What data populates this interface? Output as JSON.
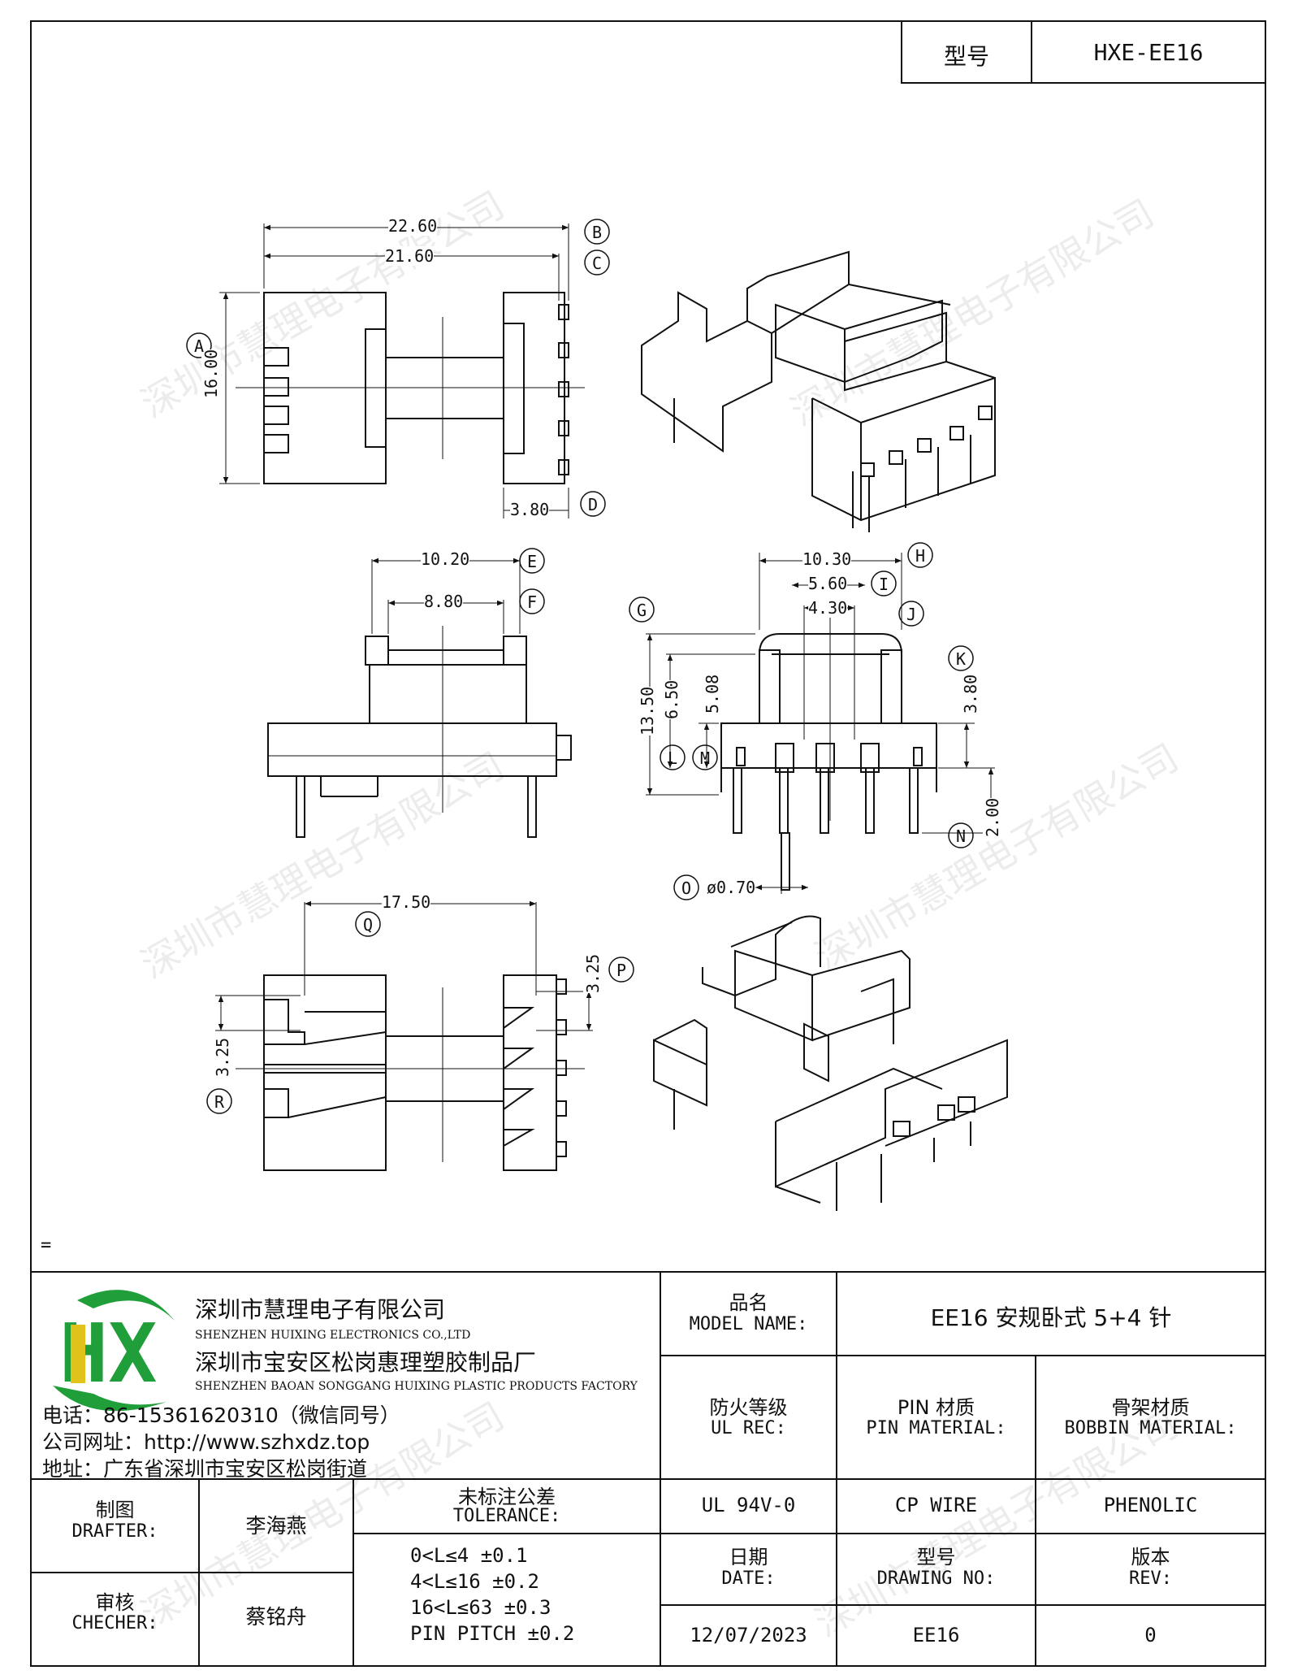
{
  "header": {
    "model_label": "型号",
    "model_value": "HXE-EE16"
  },
  "watermark": "深圳市慧理电子有限公司",
  "dimensions": {
    "d_22_60": "22.60",
    "d_21_60": "21.60",
    "d_16_00": "16.00",
    "d_3_80a": "3.80",
    "d_10_20": "10.20",
    "d_8_80": "8.80",
    "d_10_30": "10.30",
    "d_5_60": "5.60",
    "d_4_30": "4.30",
    "d_13_50": "13.50",
    "d_6_50": "6.50",
    "d_5_08": "5.08",
    "d_3_80b": "3.80",
    "d_2_00": "2.00",
    "d_pin": "ø0.70",
    "d_17_50": "17.50",
    "d_3_25a": "3.25",
    "d_3_25b": "3.25"
  },
  "callouts": [
    "A",
    "B",
    "C",
    "D",
    "E",
    "F",
    "G",
    "H",
    "I",
    "J",
    "K",
    "L",
    "M",
    "N",
    "O",
    "P",
    "Q",
    "R"
  ],
  "note_mark": "=",
  "company": {
    "name_cn": "深圳市慧理电子有限公司",
    "name_en": "SHENZHEN HUIXING ELECTRONICS CO.,LTD",
    "factory_cn": "深圳市宝安区松岗惠理塑胶制品厂",
    "factory_en": "SHENZHEN BAOAN SONGGANG HUIXING PLASTIC PRODUCTS FACTORY",
    "phone": "电话：86-15361620310（微信同号）",
    "website": "公司网址：http://www.szhxdz.top",
    "address": "地址：广东省深圳市宝安区松岗街道",
    "logo_text": "HX",
    "logo_colors": {
      "green": "#1f9e3a",
      "yellow": "#e0c21a"
    }
  },
  "title_block": {
    "model_name_cn": "品名",
    "model_name_en": "MODEL NAME:",
    "model_name_value": "EE16 安规卧式 5+4 针",
    "ul_rec_cn": "防火等级",
    "ul_rec_en": "UL REC:",
    "pin_mat_cn": "PIN 材质",
    "pin_mat_en": "PIN MATERIAL:",
    "bobbin_mat_cn": "骨架材质",
    "bobbin_mat_en": "BOBBIN MATERIAL:",
    "ul_value": "UL 94V-0",
    "pin_value": "CP WIRE",
    "bobbin_value": "PHENOLIC",
    "drafter_cn": "制图",
    "drafter_en": "DRAFTER:",
    "drafter_name": "李海燕",
    "checker_cn": "审核",
    "checker_en": "CHECHER:",
    "checker_name": "蔡铭舟",
    "tolerance_cn": "未标注公差",
    "tolerance_en": "TOLERANCE:",
    "tolerances": [
      "0<L≤4  ±0.1",
      "4<L≤16 ±0.2",
      "16<L≤63 ±0.3",
      "PIN PITCH ±0.2"
    ],
    "date_cn": "日期",
    "date_en": "DATE:",
    "date_value": "12/07/2023",
    "drawing_cn": "型号",
    "drawing_en": "DRAWING NO:",
    "drawing_value": "EE16",
    "rev_cn": "版本",
    "rev_en": "REV:",
    "rev_value": "0"
  }
}
